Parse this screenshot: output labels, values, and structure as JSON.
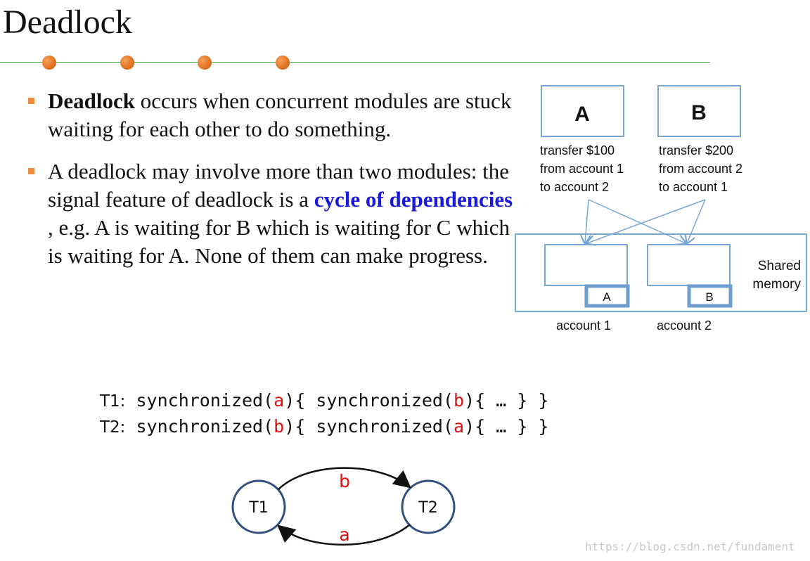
{
  "title": "Deadlock",
  "bullets": {
    "b1": {
      "strong": "Deadlock",
      "rest": " occurs when concurrent modules are stuck waiting for each other to do something."
    },
    "b2": {
      "pre": "A deadlock may involve more than two modules: the signal feature of deadlock is a ",
      "emph": "cycle of dependencies",
      "post": " , e.g. A is waiting for B which is waiting for C which is waiting for A. None of them can make progress."
    }
  },
  "figure": {
    "box_a": "A",
    "box_b": "B",
    "caption_a": [
      "transfer $100",
      "from account 1",
      "to account 2"
    ],
    "caption_b": [
      "transfer $200",
      "from account 2",
      "to account 1"
    ],
    "shared_label": [
      "Shared",
      "memory"
    ],
    "lock_a": "A",
    "lock_b": "B",
    "account1": "account 1",
    "account2": "account 2"
  },
  "code": {
    "line1": {
      "label": "T1:",
      "p1": " synchronized(",
      "v1": "a",
      "p2": "){ synchronized(",
      "v2": "b",
      "p3": "){ … } }"
    },
    "line2": {
      "label": "T2:",
      "p1": " synchronized(",
      "v1": "b",
      "p2": "){ synchronized(",
      "v2": "a",
      "p3": "){ … } }"
    }
  },
  "graph": {
    "node1": "T1",
    "node2": "T2",
    "edge_top": "b",
    "edge_bottom": "a"
  },
  "watermark": "https://blog.csdn.net/fundament",
  "colors": {
    "accent_orange": "#e0721e",
    "rule_green": "#3cab3c",
    "emph_blue": "#1a1adc",
    "code_red": "#e01010",
    "figure_blue": "#7aa6d6"
  }
}
